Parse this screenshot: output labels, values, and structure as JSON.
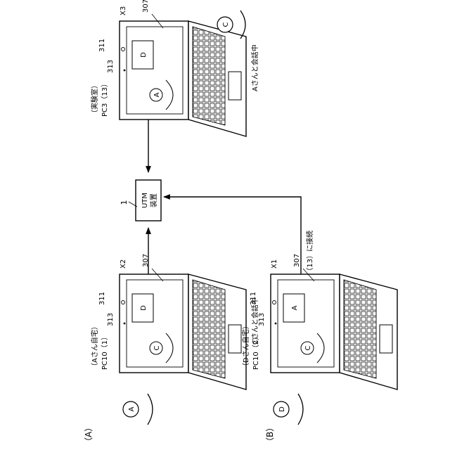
{
  "panels": {
    "a": "（A）",
    "b": "（B）"
  },
  "utm": {
    "ref": "1",
    "label_1": "UTM",
    "label_2": "装置"
  },
  "laptops": {
    "top": {
      "caption_1": "（実験室）",
      "caption_2": "PC3（13）",
      "status": "Aさんと会話中",
      "screen_person": "A",
      "window": "D",
      "ref_display": "307",
      "ref_camera": "311",
      "ref_window": "313",
      "ref_x": "X3"
    },
    "left": {
      "caption_1": "（Aさん自宅）",
      "caption_2": "PC10（1）",
      "status": "Cさんと会話中",
      "screen_person": "C",
      "window": "D",
      "ref_display": "307",
      "ref_camera": "311",
      "ref_window": "313",
      "ref_x": "X2"
    },
    "right": {
      "caption_1": "（Dさん自宅）",
      "caption_2": "PC10（2）",
      "screen_person": "C",
      "window": "A",
      "ref_display": "307",
      "ref_camera": "311",
      "ref_window": "313",
      "ref_x": "X1"
    }
  },
  "users": {
    "top": "C",
    "left": "A",
    "right": "D"
  },
  "connection_label": "PC3（13）に接続"
}
